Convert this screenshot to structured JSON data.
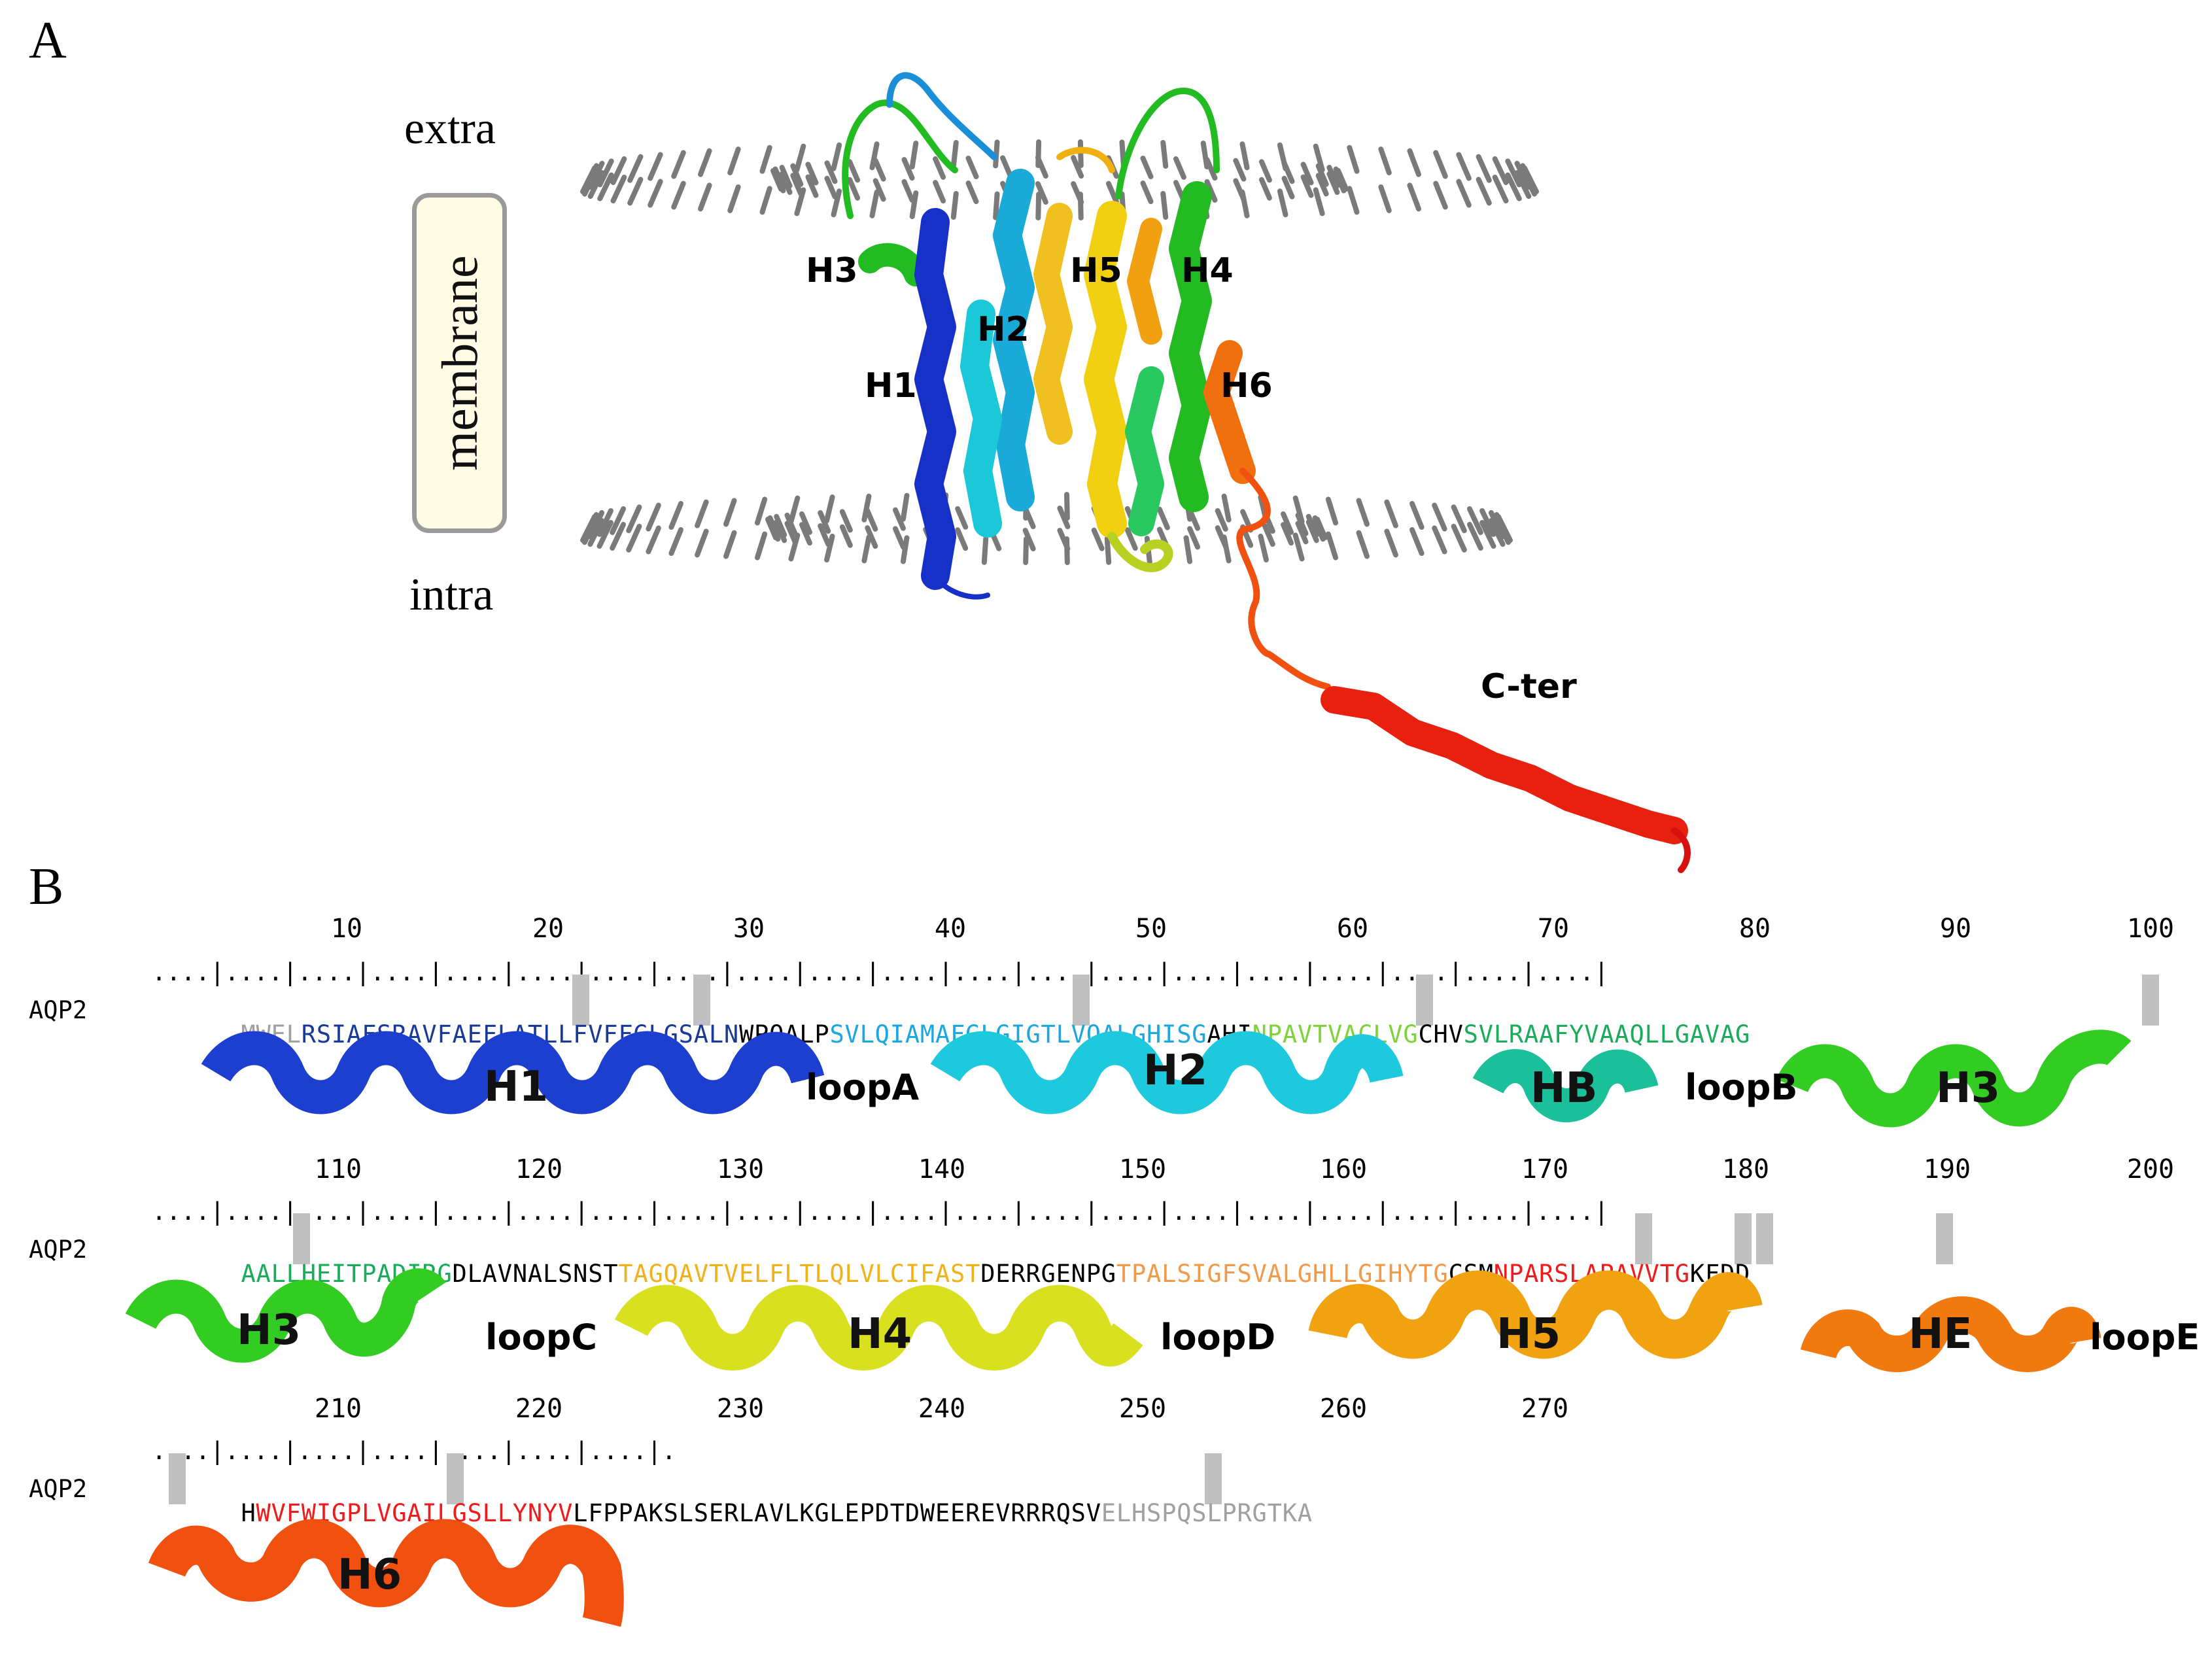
{
  "panel_a": {
    "letter": "A",
    "extra_label": "extra",
    "membrane_label": "membrane",
    "intra_label": "intra",
    "helix_labels": [
      "H3",
      "H5",
      "H4",
      "H2",
      "H1",
      "H6",
      "C-ter"
    ]
  },
  "panel_b": {
    "letter": "B",
    "seq_label": "AQP2",
    "rows": [
      {
        "ticks": [
          "10",
          "20",
          "30",
          "40",
          "50",
          "60",
          "70",
          "80",
          "90",
          "100"
        ],
        "ruler": "....|....|....|....|....|....|....|....|....|....|....|....|....|....|....|....|....|....|....|....|",
        "segments": [
          {
            "text": "MWEL",
            "color": "#a0a0a0"
          },
          {
            "text": "RSIAFSRAVFAEFLATLLFVFFGLGSALN",
            "color": "#1a3a9a"
          },
          {
            "text": "WPQALP",
            "color": "#000000"
          },
          {
            "text": "SVLQIAMAFGLGIGTLVQALGHISG",
            "color": "#1ba7e0"
          },
          {
            "text": "AHI",
            "color": "#000000"
          },
          {
            "text": "NPAVTVACLVG",
            "color": "#7ed23a"
          },
          {
            "text": "CHV",
            "color": "#000000"
          },
          {
            "text": "SVLRAAFYVAAQLLGAVAG",
            "color": "#1bab5a"
          }
        ],
        "helices": [
          {
            "name": "H1",
            "color": "#1d3fd0"
          },
          {
            "name": "H2",
            "color": "#1ec8dd"
          },
          {
            "name": "HB",
            "color": "#1bbf9a"
          },
          {
            "name": "H3",
            "color": "#33cc22"
          }
        ],
        "loops": [
          "loopA",
          "loopB"
        ]
      },
      {
        "ticks": [
          "110",
          "120",
          "130",
          "140",
          "150",
          "160",
          "170",
          "180",
          "190",
          "200"
        ],
        "ruler": "....|....|....|....|....|....|....|....|....|....|....|....|....|....|....|....|....|....|....|....|",
        "segments": [
          {
            "text": "AALLHEITPADIRG",
            "color": "#1bab5a"
          },
          {
            "text": "DLAVNALSNST",
            "color": "#000000"
          },
          {
            "text": "TAGQAVTVELFLTLQLVLCIFAST",
            "color": "#f0b21a"
          },
          {
            "text": "DERRGENPG",
            "color": "#000000"
          },
          {
            "text": "TPALSIGFSVALGHLLGIHYTG",
            "color": "#f09a4a"
          },
          {
            "text": "CSM",
            "color": "#000000"
          },
          {
            "text": "NPARSLAPAVVTG",
            "color": "#ee1c1c"
          },
          {
            "text": "KFDD",
            "color": "#000000"
          }
        ],
        "helices": [
          {
            "name": "H3",
            "color": "#33cc22"
          },
          {
            "name": "H4",
            "color": "#e8e020"
          },
          {
            "name": "H5",
            "color": "#f0a210"
          },
          {
            "name": "HE",
            "color": "#f07a10"
          }
        ],
        "loops": [
          "loopC",
          "loopD",
          "loopE"
        ]
      },
      {
        "ticks": [
          "210",
          "220",
          "230",
          "240",
          "250",
          "260",
          "270"
        ],
        "ruler": "....|....|....|....|....|....|....|.",
        "segments": [
          {
            "text": "H",
            "color": "#000000"
          },
          {
            "text": "WVFWIGPLVGAILGSLLYNYV",
            "color": "#ee1c1c"
          },
          {
            "text": "LFPPAKSLSERLAVLKGLEPDTDWEEREVRRRQSV",
            "color": "#000000"
          },
          {
            "text": "ELHSPQSLPRGTKA",
            "color": "#a0a0a0"
          }
        ],
        "helices": [
          {
            "name": "H6",
            "color": "#f05010"
          }
        ],
        "loops": []
      }
    ]
  }
}
